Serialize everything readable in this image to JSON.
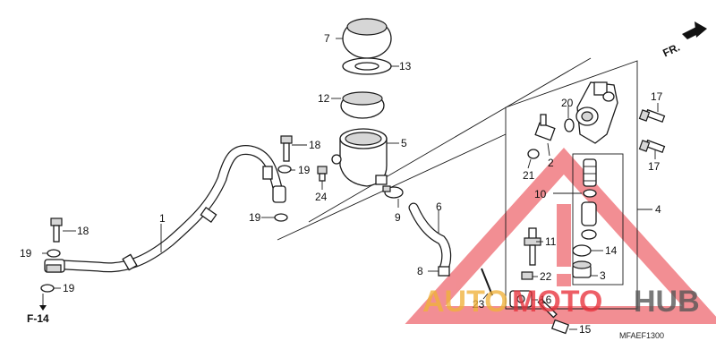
{
  "labels": {
    "l1": "1",
    "l2": "2",
    "l3": "3",
    "l4": "4",
    "l5": "5",
    "l6": "6",
    "l7": "7",
    "l8": "8",
    "l9": "9",
    "l10": "10",
    "l11": "11",
    "l12": "12",
    "l13": "13",
    "l14": "14",
    "l15": "15",
    "l16": "16",
    "l17a": "17",
    "l17b": "17",
    "l18a": "18",
    "l18b": "18",
    "l19a": "19",
    "l19b": "19",
    "l19c": "19",
    "l19d": "19",
    "l20": "20",
    "l21": "21",
    "l22": "22",
    "l23": "23",
    "l24": "24"
  },
  "refs": {
    "f14": "F-14",
    "fr": "FR."
  },
  "diagram_code": "MFAEF1300",
  "watermark": {
    "text_a": "AUTO",
    "text_b": "MOTO",
    "text_c": "HUB"
  },
  "colors": {
    "watermark_red": "#e8323c",
    "watermark_gold": "#f0b23a",
    "line": "#1a1a1a"
  }
}
